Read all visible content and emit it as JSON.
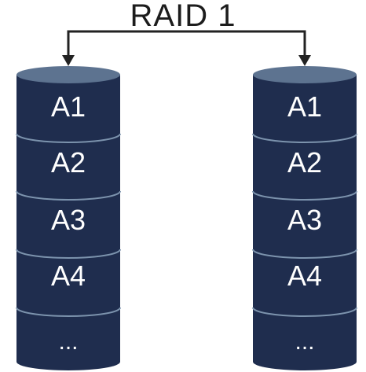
{
  "diagram": {
    "title": "RAID 1",
    "disks": [
      {
        "blocks": [
          "A1",
          "A2",
          "A3",
          "A4",
          "..."
        ]
      },
      {
        "blocks": [
          "A1",
          "A2",
          "A3",
          "A4",
          "..."
        ]
      }
    ],
    "colors": {
      "disk_body": "#1f2d4e",
      "disk_top": "#5d7390",
      "separator": "#7c93ad",
      "block_text": "#ffffff",
      "arrow": "#222222",
      "title": "#1c1c1c"
    }
  }
}
